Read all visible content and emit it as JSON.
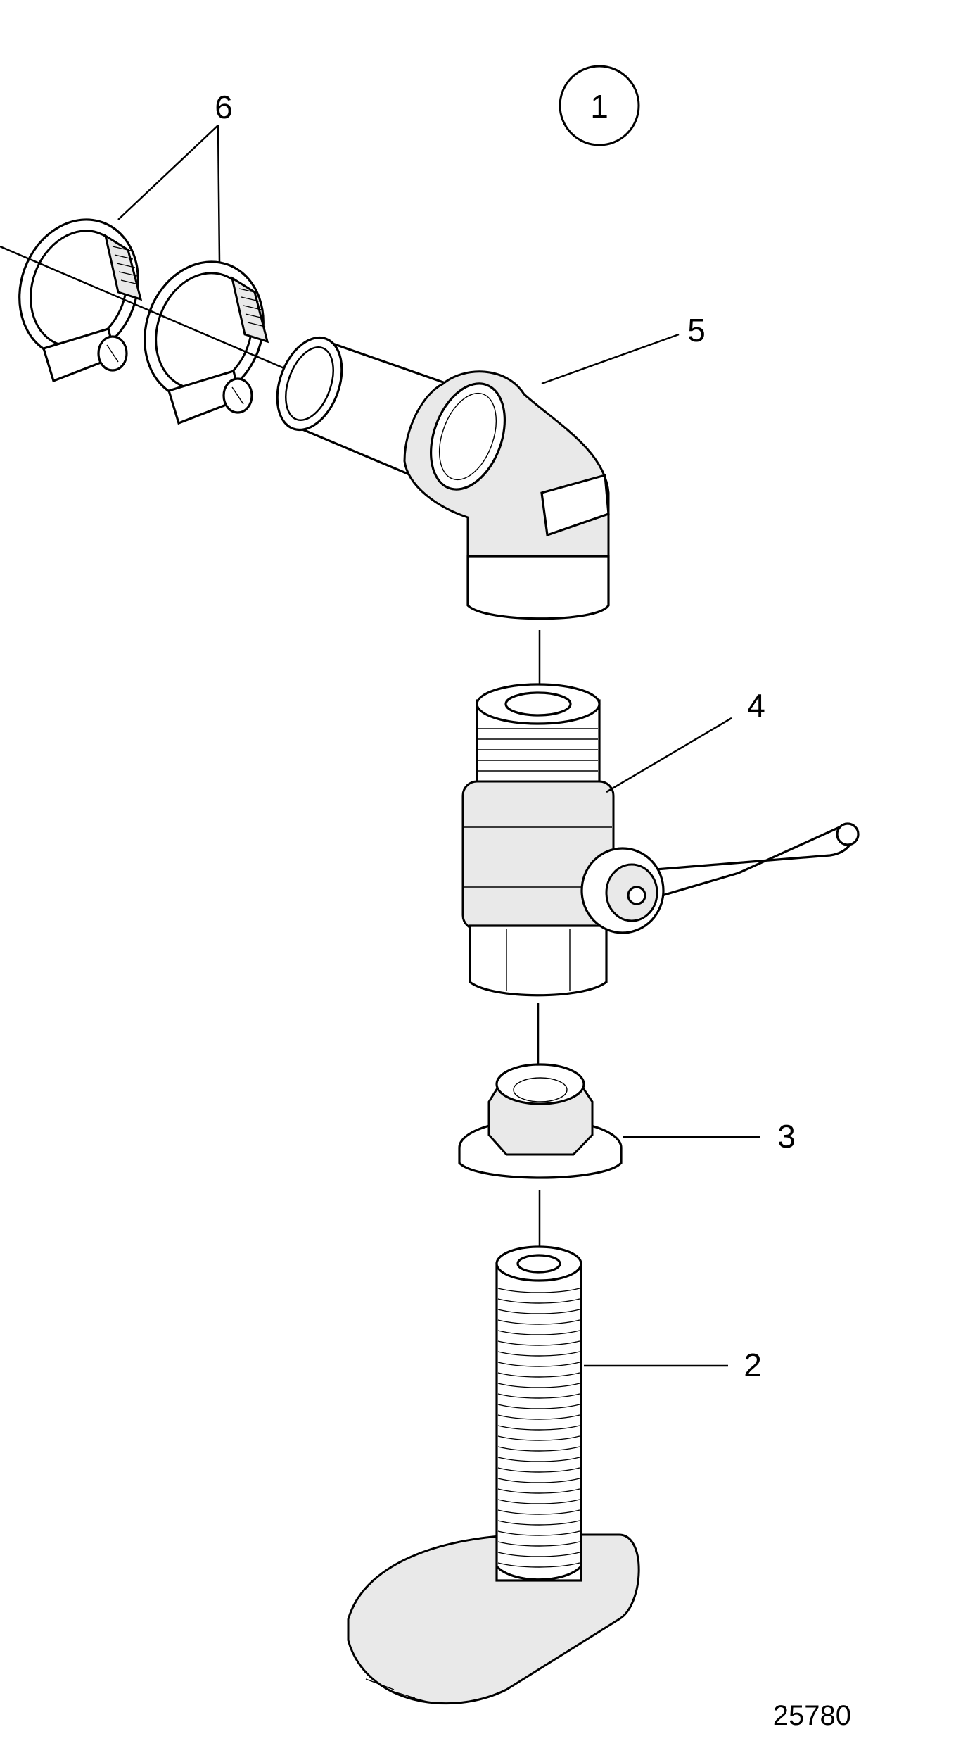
{
  "figure": {
    "group_number": "1",
    "reference_number": "25780",
    "callouts": [
      {
        "id": "callout-6",
        "label": "6"
      },
      {
        "id": "callout-5",
        "label": "5"
      },
      {
        "id": "callout-4",
        "label": "4"
      },
      {
        "id": "callout-3",
        "label": "3"
      },
      {
        "id": "callout-2",
        "label": "2"
      }
    ]
  }
}
